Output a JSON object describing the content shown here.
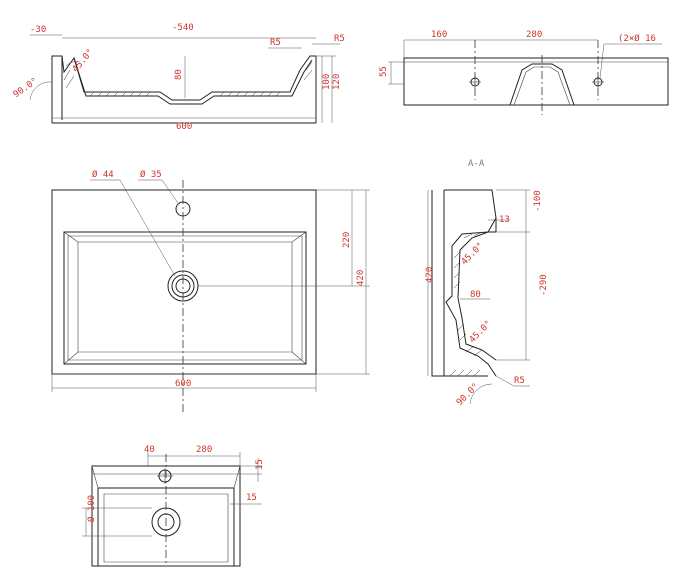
{
  "colors": {
    "line": "#222222",
    "dimension_text": "#d0342c",
    "label_text": "#7a7a7a",
    "background": "#ffffff"
  },
  "views": {
    "side_section": {
      "dims": {
        "offset_left": "-30",
        "inner_length": "-540",
        "radius_inner": "R5",
        "radius_outer": "R5",
        "angle": "90.0°",
        "angle_inner": "45.0°",
        "inner_depth": "80",
        "depth_a": "100",
        "depth_b": "120",
        "total_length": "600"
      }
    },
    "front_elevation": {
      "dims": {
        "left_offset": "160",
        "hole_spacing": "280",
        "holes": "(2×Ø 16",
        "height": "55"
      }
    },
    "plan_view": {
      "dims": {
        "drain_diameter": "Ø 44",
        "tap_hole_diameter": "Ø 35",
        "tap_to_drain": "220",
        "depth": "420",
        "width": "600"
      }
    },
    "section_a_a": {
      "title": "A-A",
      "dims": {
        "top_depth": "-100",
        "rim": "13",
        "angle_upper": "45.0°",
        "internal_length": "-290",
        "depth_mark": "80",
        "angle_lower": "45.0°",
        "total_depth": "420",
        "radius": "R5",
        "angle_base": "90.0°"
      }
    },
    "cabinet_view": {
      "dims": {
        "tap_offset": "40",
        "hole_spacing": "280",
        "rim_top": "15",
        "rim_side": "15",
        "drain_diameter": "Ø 100"
      }
    }
  }
}
